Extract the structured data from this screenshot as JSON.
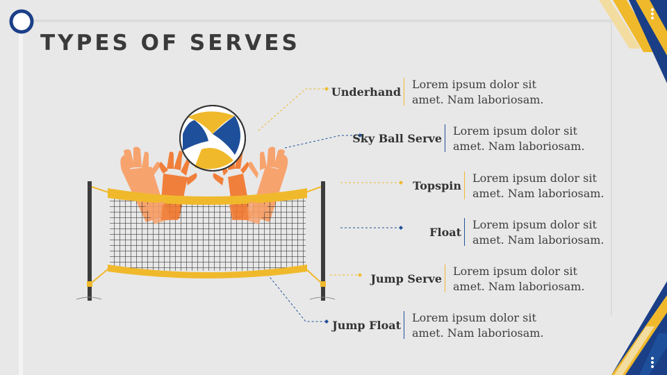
{
  "title": "TYPES OF SERVES",
  "colors": {
    "yellow": "#f0b92c",
    "blue": "#1e4f9a",
    "navy": "#1b3f87",
    "text": "#333333",
    "net": "#2b2b2b"
  },
  "serves": [
    {
      "name": "Underhand",
      "description": [
        "Lorem ipsum dolor sit",
        "amet. Nam laboriosam."
      ],
      "accent": "#f0b92c"
    },
    {
      "name": "Sky Ball Serve",
      "description": [
        "Lorem ipsum dolor sit",
        "amet. Nam laboriosam."
      ],
      "accent": "#1e4f9a"
    },
    {
      "name": "Topspin",
      "description": [
        "Lorem ipsum dolor sit",
        "amet. Nam laboriosam."
      ],
      "accent": "#f0b92c"
    },
    {
      "name": "Float",
      "description": [
        "Lorem ipsum dolor sit",
        "amet. Nam laboriosam."
      ],
      "accent": "#1e4f9a"
    },
    {
      "name": "Jump Serve",
      "description": [
        "Lorem ipsum dolor sit",
        "amet. Nam laboriosam."
      ],
      "accent": "#f0b92c"
    },
    {
      "name": "Jump Float",
      "description": [
        "Lorem ipsum dolor sit",
        "amet. Nam laboriosam."
      ],
      "accent": "#1e4f9a"
    }
  ],
  "icons": {
    "menu": "vertical-dots-icon",
    "ball": "volleyball-icon",
    "net": "volleyball-net-icon",
    "ring": "ring-icon"
  }
}
